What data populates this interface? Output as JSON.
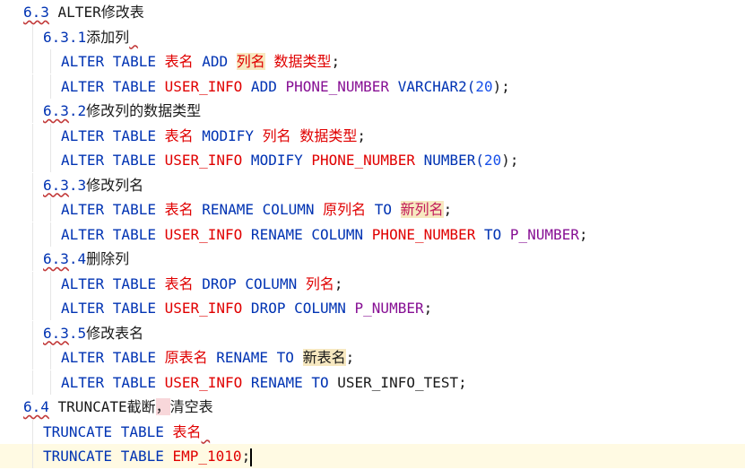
{
  "lines": [
    {
      "indent": 26,
      "guides": [],
      "tokens": [
        {
          "t": "6.3",
          "c": "t-heading t-sq"
        },
        {
          "t": " ALTER",
          "c": "t-plain"
        },
        {
          "t": "修改表",
          "c": "t-cn"
        }
      ]
    },
    {
      "indent": 48,
      "guides": [
        36
      ],
      "tokens": [
        {
          "t": "6.3.1",
          "c": "t-heading"
        },
        {
          "t": "添加列",
          "c": "t-cn"
        },
        {
          "t": " ",
          "c": "t-plain t-sq"
        }
      ]
    },
    {
      "indent": 68,
      "guides": [
        36,
        56
      ],
      "tokens": [
        {
          "t": "ALTER TABLE ",
          "c": "t-kw"
        },
        {
          "t": "表名",
          "c": "t-cnred"
        },
        {
          "t": " ADD ",
          "c": "t-kw"
        },
        {
          "t": "列名",
          "c": "t-cnred hl"
        },
        {
          "t": " ",
          "c": "t-plain"
        },
        {
          "t": "数据类型",
          "c": "t-cnred"
        },
        {
          "t": ";",
          "c": "t-plain"
        }
      ]
    },
    {
      "indent": 68,
      "guides": [
        36,
        56
      ],
      "tokens": [
        {
          "t": "ALTER TABLE ",
          "c": "t-kw"
        },
        {
          "t": "USER_INFO",
          "c": "t-table"
        },
        {
          "t": " ADD ",
          "c": "t-kw"
        },
        {
          "t": "PHONE_NUMBER",
          "c": "t-col"
        },
        {
          "t": " VARCHAR2(",
          "c": "t-kw"
        },
        {
          "t": "20",
          "c": "t-num"
        },
        {
          "t": ");",
          "c": "t-plain"
        }
      ]
    },
    {
      "indent": 48,
      "guides": [
        36
      ],
      "tokens": [
        {
          "t": "6.3",
          "c": "t-heading t-sq"
        },
        {
          "t": ".2",
          "c": "t-heading"
        },
        {
          "t": "修改列的数据类型",
          "c": "t-cn"
        }
      ]
    },
    {
      "indent": 68,
      "guides": [
        36,
        56
      ],
      "tokens": [
        {
          "t": "ALTER TABLE ",
          "c": "t-kw"
        },
        {
          "t": "表名",
          "c": "t-cnred"
        },
        {
          "t": " MODIFY ",
          "c": "t-kw"
        },
        {
          "t": "列名",
          "c": "t-cnred"
        },
        {
          "t": " ",
          "c": "t-plain"
        },
        {
          "t": "数据类型",
          "c": "t-cnred"
        },
        {
          "t": ";",
          "c": "t-plain"
        }
      ]
    },
    {
      "indent": 68,
      "guides": [
        36,
        56
      ],
      "tokens": [
        {
          "t": "ALTER TABLE ",
          "c": "t-kw"
        },
        {
          "t": "USER_INFO",
          "c": "t-table"
        },
        {
          "t": " MODIFY ",
          "c": "t-kw"
        },
        {
          "t": "PHONE_NUMBER",
          "c": "t-table"
        },
        {
          "t": " NUMBER(",
          "c": "t-kw"
        },
        {
          "t": "20",
          "c": "t-num"
        },
        {
          "t": ");",
          "c": "t-plain"
        }
      ]
    },
    {
      "indent": 48,
      "guides": [
        36
      ],
      "tokens": [
        {
          "t": "6.3",
          "c": "t-heading t-sq"
        },
        {
          "t": ".3",
          "c": "t-heading"
        },
        {
          "t": "修改列名",
          "c": "t-cn"
        }
      ]
    },
    {
      "indent": 68,
      "guides": [
        36,
        56
      ],
      "tokens": [
        {
          "t": "ALTER TABLE ",
          "c": "t-kw"
        },
        {
          "t": "表名",
          "c": "t-cnred"
        },
        {
          "t": " RENAME COLUMN ",
          "c": "t-kw"
        },
        {
          "t": "原列名",
          "c": "t-cnred"
        },
        {
          "t": " TO ",
          "c": "t-kw"
        },
        {
          "t": "新列名",
          "c": "t-cnmag hl"
        },
        {
          "t": ";",
          "c": "t-plain"
        }
      ]
    },
    {
      "indent": 68,
      "guides": [
        36,
        56
      ],
      "tokens": [
        {
          "t": "ALTER TABLE ",
          "c": "t-kw"
        },
        {
          "t": "USER_INFO",
          "c": "t-table"
        },
        {
          "t": " RENAME COLUMN ",
          "c": "t-kw"
        },
        {
          "t": "PHONE_NUMBER",
          "c": "t-table"
        },
        {
          "t": " TO ",
          "c": "t-kw"
        },
        {
          "t": "P_NUMBER",
          "c": "t-col"
        },
        {
          "t": ";",
          "c": "t-plain"
        }
      ]
    },
    {
      "indent": 48,
      "guides": [
        36
      ],
      "tokens": [
        {
          "t": "6.3",
          "c": "t-heading t-sq"
        },
        {
          "t": ".4",
          "c": "t-heading"
        },
        {
          "t": "删除列",
          "c": "t-cn"
        }
      ]
    },
    {
      "indent": 68,
      "guides": [
        36,
        56
      ],
      "tokens": [
        {
          "t": "ALTER TABLE ",
          "c": "t-kw"
        },
        {
          "t": "表名",
          "c": "t-cnred"
        },
        {
          "t": " DROP COLUMN ",
          "c": "t-kw"
        },
        {
          "t": "列名",
          "c": "t-cnred"
        },
        {
          "t": ";",
          "c": "t-plain"
        }
      ]
    },
    {
      "indent": 68,
      "guides": [
        36,
        56
      ],
      "tokens": [
        {
          "t": "ALTER TABLE ",
          "c": "t-kw"
        },
        {
          "t": "USER_INFO",
          "c": "t-table"
        },
        {
          "t": " DROP COLUMN ",
          "c": "t-kw"
        },
        {
          "t": "P_NUMBER",
          "c": "t-col"
        },
        {
          "t": ";",
          "c": "t-plain"
        }
      ]
    },
    {
      "indent": 48,
      "guides": [
        36
      ],
      "tokens": [
        {
          "t": "6.3",
          "c": "t-heading t-sq"
        },
        {
          "t": ".5",
          "c": "t-heading"
        },
        {
          "t": "修改表名",
          "c": "t-cn"
        }
      ]
    },
    {
      "indent": 68,
      "guides": [
        36,
        56
      ],
      "tokens": [
        {
          "t": "ALTER TABLE ",
          "c": "t-kw"
        },
        {
          "t": "原表名",
          "c": "t-cnred"
        },
        {
          "t": " RENAME TO ",
          "c": "t-kw"
        },
        {
          "t": "新表名",
          "c": "t-cn hl"
        },
        {
          "t": ";",
          "c": "t-plain"
        }
      ]
    },
    {
      "indent": 68,
      "guides": [
        36,
        56
      ],
      "tokens": [
        {
          "t": "ALTER TABLE ",
          "c": "t-kw"
        },
        {
          "t": "USER_INFO",
          "c": "t-table"
        },
        {
          "t": " RENAME TO ",
          "c": "t-kw"
        },
        {
          "t": "USER_INFO_TEST",
          "c": "t-plain"
        },
        {
          "t": ";",
          "c": "t-plain"
        }
      ]
    },
    {
      "indent": 26,
      "guides": [],
      "tokens": [
        {
          "t": "6.4",
          "c": "t-heading t-sq"
        },
        {
          "t": " TRUNCATE",
          "c": "t-plain"
        },
        {
          "t": "截断",
          "c": "t-cn"
        },
        {
          "t": "，",
          "c": "t-cn hlpink"
        },
        {
          "t": "清空表",
          "c": "t-cn"
        }
      ]
    },
    {
      "indent": 48,
      "guides": [
        36
      ],
      "tokens": [
        {
          "t": "TRUNCATE TABLE ",
          "c": "t-kw"
        },
        {
          "t": "表名",
          "c": "t-cnred"
        },
        {
          "t": " ",
          "c": "t-plain t-sq"
        }
      ]
    },
    {
      "indent": 48,
      "guides": [
        36
      ],
      "current": true,
      "tokens": [
        {
          "t": "TRUNCATE TABLE ",
          "c": "t-kw"
        },
        {
          "t": "EMP_1010",
          "c": "t-table"
        },
        {
          "t": ";",
          "c": "t-plain"
        }
      ],
      "caret": true
    }
  ]
}
